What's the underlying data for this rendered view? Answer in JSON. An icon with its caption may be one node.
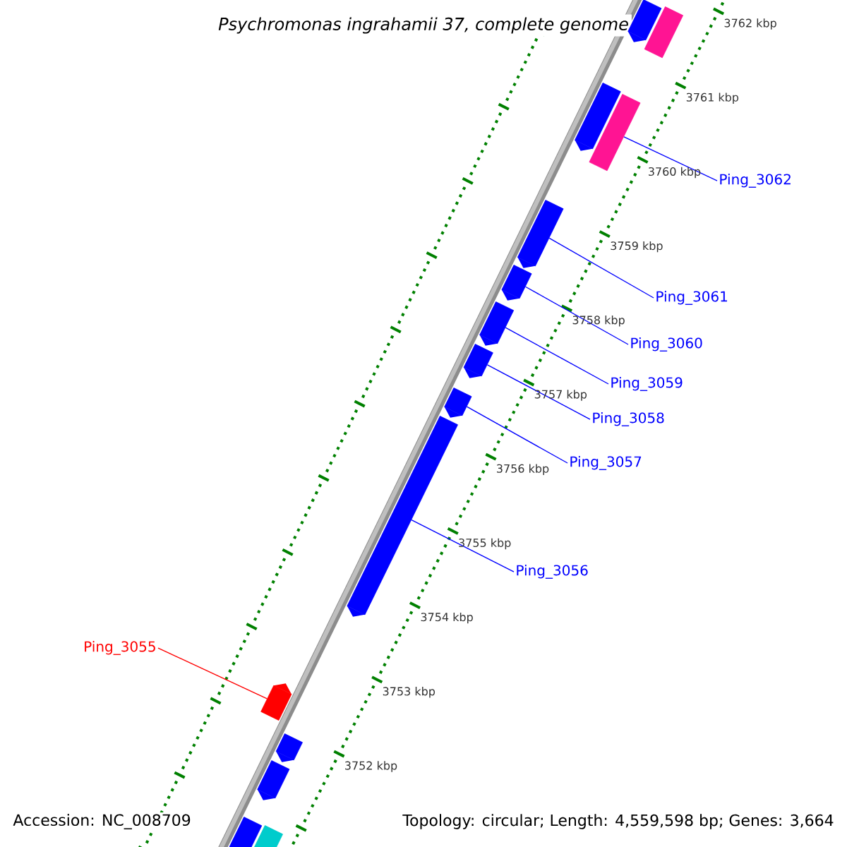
{
  "diagram": {
    "title": "Psychromonas ingrahamii 37, complete genome",
    "nodes": [
      {
        "text": [
          "Ping_3062"
        ]
      },
      {
        "text": [
          "Ping_3061"
        ]
      },
      {
        "text": [
          "Ping_3060"
        ]
      },
      {
        "text": [
          "Ping_3059"
        ]
      },
      {
        "text": [
          "Ping_3058"
        ]
      },
      {
        "text": [
          "Ping_3057"
        ]
      },
      {
        "text": [
          "Ping_3056"
        ]
      },
      {
        "text": [
          "Ping_3055"
        ]
      },
      {
        "text": [],
        "shape": "arrow"
      },
      {
        "text": [],
        "shape": "box"
      },
      {
        "text": [],
        "shape": "arrow"
      },
      {
        "text": [],
        "shape": "box"
      },
      {
        "text": [],
        "shape": "arrow"
      },
      {
        "text": [],
        "shape": "arrow"
      },
      {
        "text": [],
        "shape": "arrow"
      },
      {
        "text": [],
        "shape": "arrow"
      },
      {
        "text": [],
        "shape": "arrow"
      },
      {
        "text": [],
        "shape": "arrow"
      },
      {
        "text": [],
        "shape": "arrow"
      },
      {
        "text": [],
        "shape": "arrow"
      },
      {
        "text": [],
        "shape": "arrow"
      },
      {
        "text": [],
        "shape": "arrow"
      },
      {
        "text": [],
        "shape": "box"
      }
    ],
    "edges": [
      {
        "from": 0,
        "to": 11,
        "arrow": "none"
      },
      {
        "from": 1,
        "to": 12,
        "arrow": "none"
      },
      {
        "from": 2,
        "to": 13,
        "arrow": "none"
      },
      {
        "from": 3,
        "to": 14,
        "arrow": "none"
      },
      {
        "from": 4,
        "to": 15,
        "arrow": "none"
      },
      {
        "from": 5,
        "to": 16,
        "arrow": "none"
      },
      {
        "from": 6,
        "to": 17,
        "arrow": "none"
      },
      {
        "from": 7,
        "to": 18,
        "arrow": "none",
        "color": "#ff0000"
      }
    ],
    "labels": [
      "3762 kbp",
      "3761 kbp",
      "3760 kbp",
      "3759 kbp",
      "3758 kbp",
      "3757 kbp",
      "3756 kbp",
      "3755 kbp",
      "3754 kbp",
      "3753 kbp",
      "3752 kbp",
      "Accession: NC_008709",
      "Topology: circular; Length: 4,559,598 bp; Genes: 3,664"
    ]
  }
}
